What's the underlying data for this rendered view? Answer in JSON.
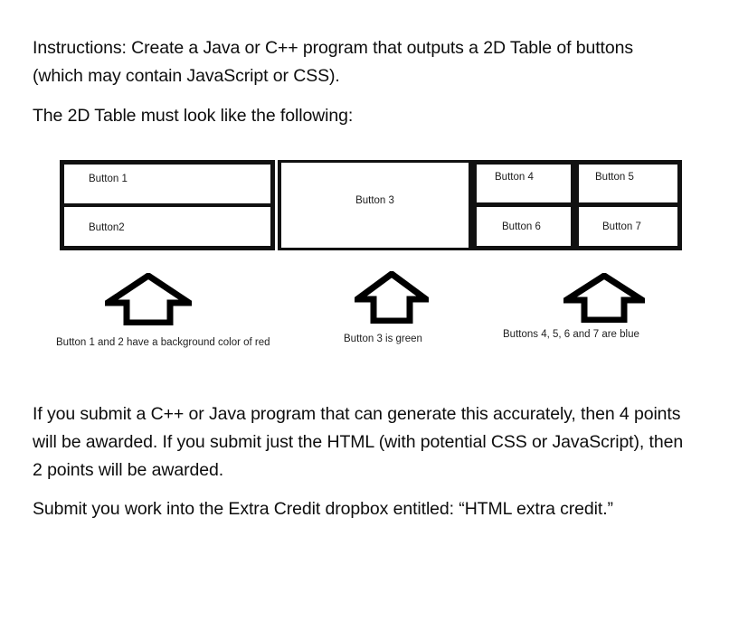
{
  "document": {
    "paragraphs": {
      "instructions": "Instructions: Create a Java or C++ program that outputs a 2D Table of buttons (which may contain JavaScript or CSS).",
      "table_intro": "The 2D Table must look like the following:",
      "points": "If you submit a C++ or Java program that can generate this accurately, then 4 points will be awarded.  If you submit just the HTML (with potential CSS or JavaScript), then 2 points will be awarded.",
      "submit": "Submit you work into the Extra Credit dropbox entitled: “HTML extra credit.”"
    }
  },
  "button_table": {
    "cells": {
      "button1": "Button 1",
      "button2": "Button2",
      "button3": "Button 3",
      "button4": "Button 4",
      "button5": "Button 5",
      "button6": "Button 6",
      "button7": "Button 7"
    },
    "border_color": "#111111",
    "cell_fill": "#ffffff"
  },
  "annotations": {
    "arrow_icon": "up-arrow-outline-icon",
    "arrow_color": "#000000",
    "items": [
      {
        "id": "red",
        "caption": "Button 1 and 2 have a background color of red"
      },
      {
        "id": "green",
        "caption": "Button 3 is green"
      },
      {
        "id": "blue",
        "caption": "Buttons 4, 5, 6 and 7 are blue"
      }
    ]
  }
}
